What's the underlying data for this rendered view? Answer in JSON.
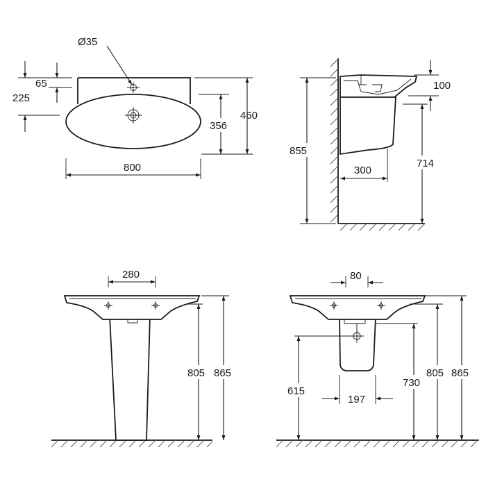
{
  "top_view": {
    "hole_diameter": "Ø35",
    "dim_65": "65",
    "dim_225": "225",
    "dim_356": "356",
    "dim_460": "460",
    "dim_800": "800"
  },
  "side_view": {
    "dim_100": "100",
    "dim_855": "855",
    "dim_300": "300",
    "dim_714": "714"
  },
  "front_pedestal": {
    "dim_280": "280",
    "dim_805": "805",
    "dim_865": "865"
  },
  "front_semi_pedestal": {
    "dim_80": "80",
    "dim_615": "615",
    "dim_197": "197",
    "dim_730": "730",
    "dim_805": "805",
    "dim_865": "865"
  }
}
